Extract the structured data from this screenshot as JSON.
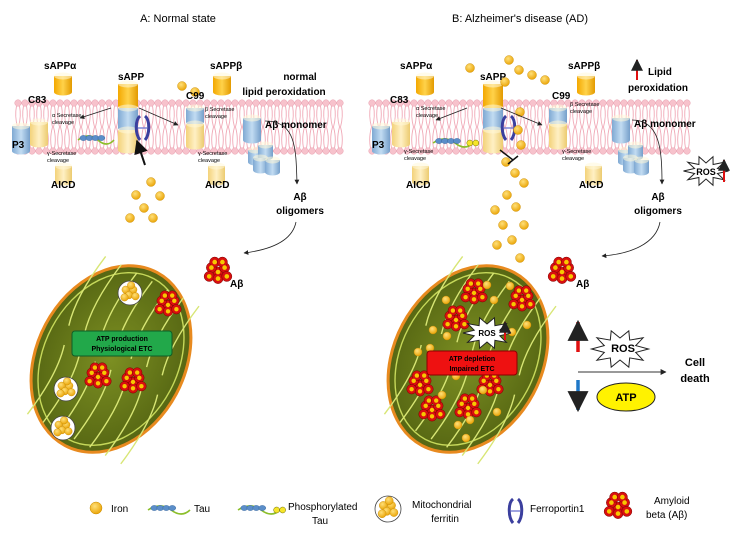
{
  "panel_a": {
    "title": "A: Normal state",
    "sappa": "sAPPα",
    "sapp": "sAPP",
    "sappb": "sAPPβ",
    "c83": "C83",
    "c99": "C99",
    "alpha_cleavage": [
      "α Secretase",
      "cleavage"
    ],
    "beta_cleavage": [
      "β Secretase",
      "cleavage"
    ],
    "gamma_cleavage_left": [
      "γ-Secretase",
      "cleavage"
    ],
    "gamma_cleavage_right": [
      "γ-Secretase",
      "cleavage"
    ],
    "p3": "P3",
    "aicd_left": "AICD",
    "aicd_right": "AICD",
    "lipid": [
      "normal",
      "lipid peroxidation"
    ],
    "monomer": "Aβ monomer",
    "oligomers": [
      "Aβ",
      "oligomers"
    ],
    "abeta": "Aβ",
    "mito_box": [
      "ATP production",
      "Physiological ETC"
    ]
  },
  "panel_b": {
    "title": "B: Alzheimer's disease (AD)",
    "sappa": "sAPPα",
    "sapp": "sAPP",
    "sappb": "sAPPβ",
    "c83": "C83",
    "c99": "C99",
    "alpha_cleavage": [
      "α Secretase",
      "cleavage"
    ],
    "beta_cleavage": [
      "β Secretase",
      "cleavage"
    ],
    "gamma_cleavage_left": [
      "γ-Secretase",
      "cleavage"
    ],
    "gamma_cleavage_right": [
      "γ-Secretase",
      "cleavage"
    ],
    "p3": "P3",
    "aicd_left": "AICD",
    "aicd_right": "AICD",
    "lipid": [
      "Lipid",
      "peroxidation"
    ],
    "monomer": "Aβ monomer",
    "ros": "ROS",
    "oligomers": [
      "Aβ",
      "oligomers"
    ],
    "abeta": "Aβ",
    "mito_ros": "ROS",
    "mito_box": [
      "ATP depletion",
      "Impaired ETC"
    ],
    "right_ros": "ROS",
    "atp": "ATP",
    "outcome": [
      "Cell",
      "death"
    ]
  },
  "legend": {
    "iron": "Iron",
    "tau": "Tau",
    "ptau": [
      "Phosphorylated",
      "Tau"
    ],
    "ferritin": [
      "Mitochondrial",
      "ferritin"
    ],
    "ferroportin": "Ferroportin1",
    "amyloid": [
      "Amyloid",
      "beta (Aβ)"
    ]
  },
  "colors": {
    "iron": "#f5b60f",
    "cylinder_yellow": "#fbc02d",
    "cylinder_pale": "#fde8a6",
    "cylinder_blue": "#9fc3e6",
    "membrane": "#f5b4c0",
    "mito_fill": "#6b7f1a",
    "mito_border": "#e88a1f",
    "normal_box": "#22a84a",
    "ad_box": "#ee1111",
    "up_arrow": "#e01010",
    "down_arrow": "#1f78c8",
    "atp_fill": "#fff200"
  }
}
